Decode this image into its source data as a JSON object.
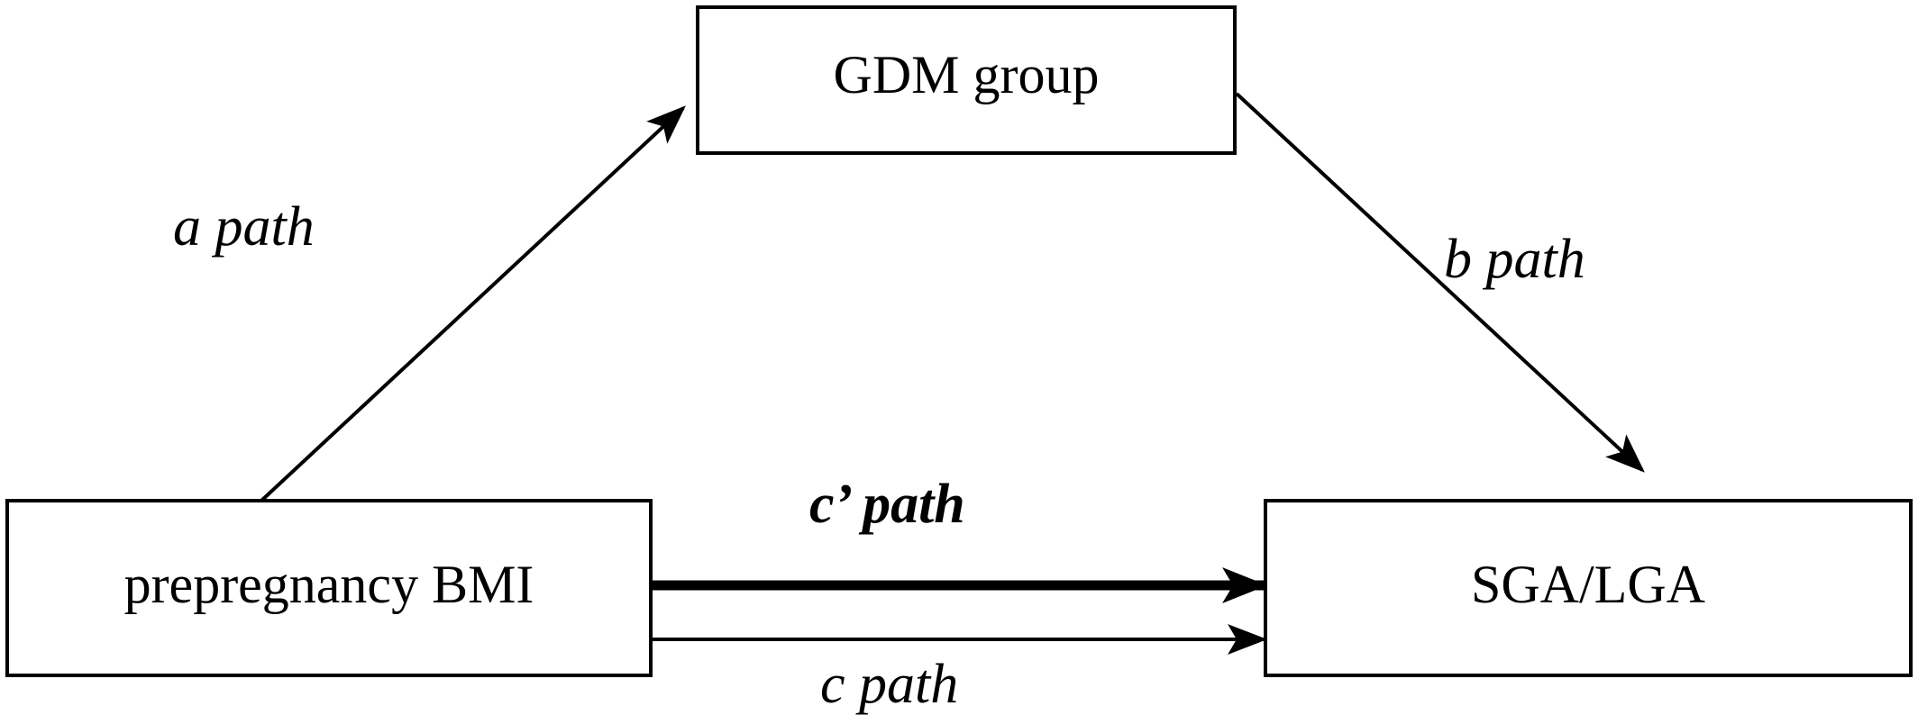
{
  "nodes": {
    "mediator": {
      "label": "GDM group"
    },
    "predictor": {
      "label": "prepregnancy BMI"
    },
    "outcome": {
      "label": "SGA/LGA"
    }
  },
  "paths": {
    "a": {
      "label": "a path"
    },
    "b": {
      "label": "b path"
    },
    "c_prime": {
      "label": "c’ path"
    },
    "c": {
      "label": "c path"
    }
  },
  "colors": {
    "stroke": "#000000",
    "background": "#ffffff"
  }
}
